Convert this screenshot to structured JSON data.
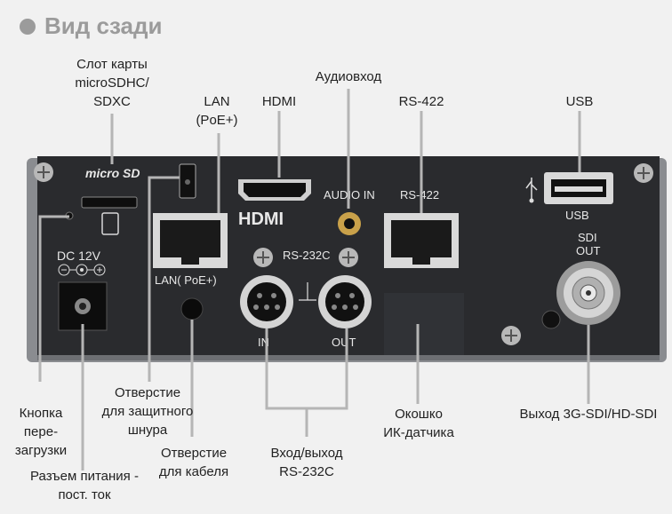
{
  "title": "Вид сзади",
  "callouts": {
    "microsd_slot": [
      "Слот карты",
      "microSDHC/",
      "SDXC"
    ],
    "lan": [
      "LAN",
      "(PoE+)"
    ],
    "hdmi": "HDMI",
    "audio_in": "Аудиовход",
    "rs422": "RS-422",
    "usb": "USB",
    "security_hole": [
      "Отверстие",
      "для защитного",
      "шнура"
    ],
    "reset_button": [
      "Кнопка",
      "пере-",
      "загрузки"
    ],
    "power_jack": [
      "Разъем питания -",
      "пост. ток"
    ],
    "cable_hole": [
      "Отверстие",
      "для кабеля"
    ],
    "rs232c_io": [
      "Вход/выход",
      "RS-232C"
    ],
    "ir_window": [
      "Окошко",
      "ИК-датчика"
    ],
    "sdi_out": "Выход 3G-SDI/HD-SDI"
  },
  "panel_labels": {
    "micro_sd_logo": "micro SD",
    "dc": "DC 12V",
    "lan": "LAN( PoE+)",
    "hdmi_logo": "HDMI",
    "audio_in": "AUDIO IN",
    "rs422": "RS-422",
    "rs232c": "RS-232C",
    "rs232_in": "IN",
    "rs232_out": "OUT",
    "usb": "USB",
    "sdi_out_1": "SDI",
    "sdi_out_2": "OUT"
  }
}
